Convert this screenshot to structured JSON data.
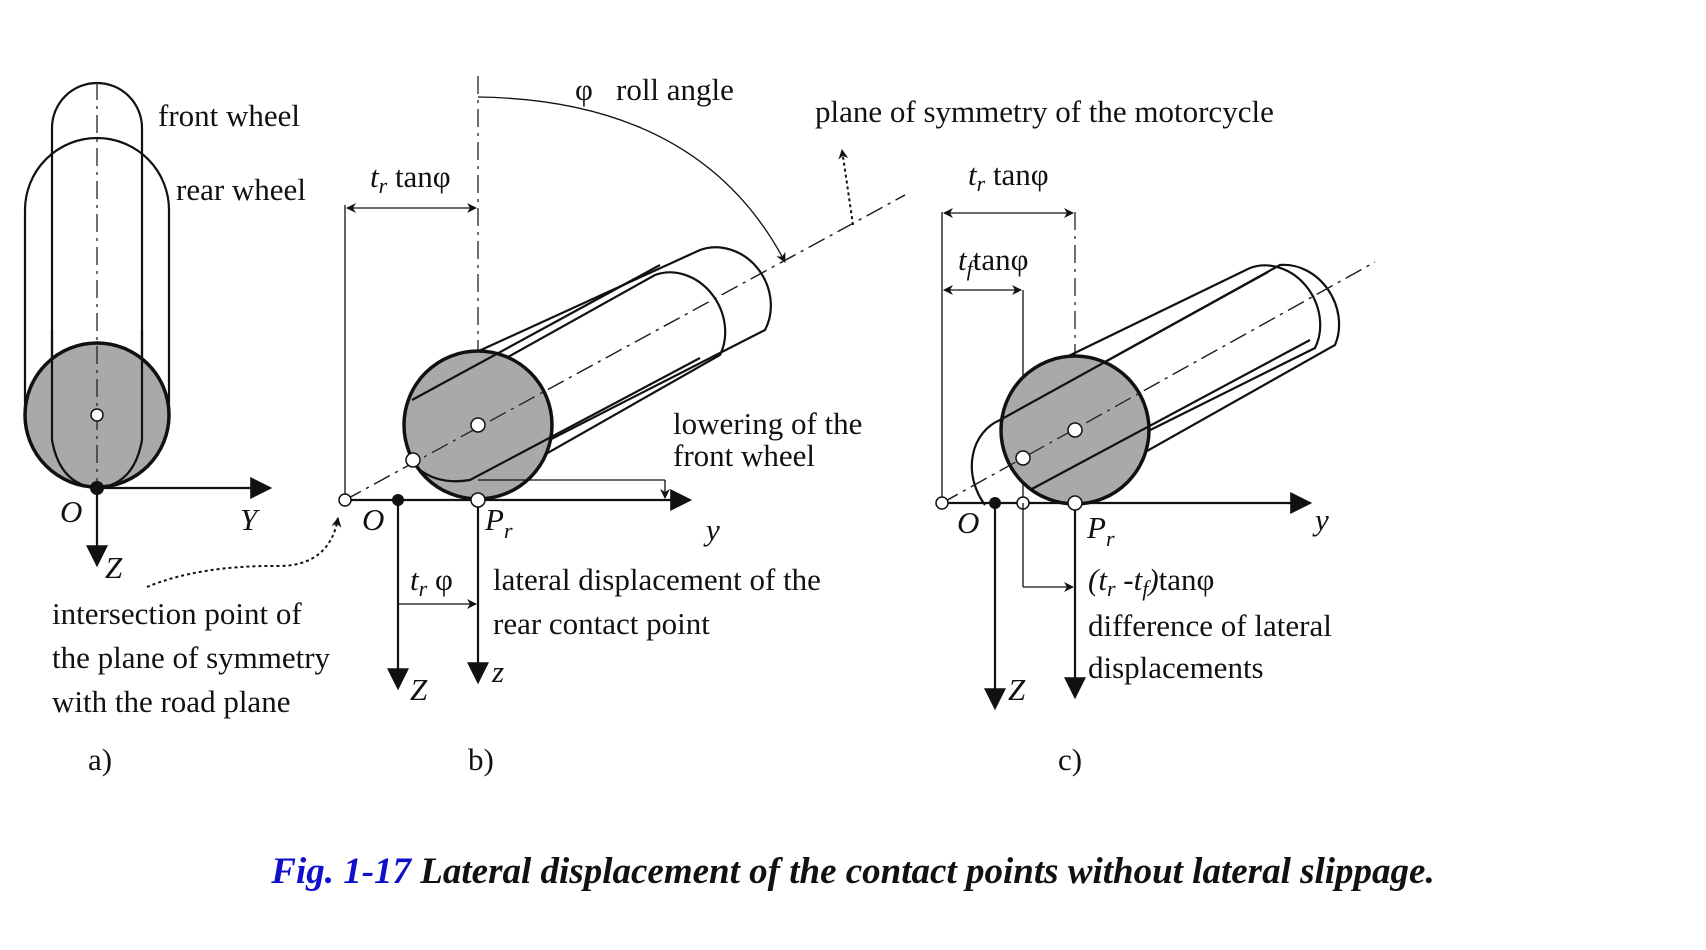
{
  "figure": {
    "panels": {
      "a": {
        "tag": "a)",
        "labels": {
          "front_wheel": "front wheel",
          "rear_wheel": "rear wheel",
          "origin": "O",
          "axis_y": "Y",
          "axis_z": "Z",
          "intersection_line1": "intersection point of",
          "intersection_line2": "the plane of symmetry",
          "intersection_line3": "with the road plane"
        }
      },
      "b": {
        "tag": "b)",
        "labels": {
          "roll_angle_symbol": "φ",
          "roll_angle": "roll angle",
          "tr_tan_t": "t",
          "tr_tan_sub": "r",
          "tr_tan_rest": " tanφ",
          "origin": "O",
          "contact_P": "P",
          "contact_sub": "r",
          "axis_y": "y",
          "axis_Z": "Z",
          "axis_z": "z",
          "tr_phi_t": "t",
          "tr_phi_sub": "r",
          "tr_phi_rest": " φ",
          "lateral_line1": "lateral displacement of the",
          "lateral_line2": "rear contact point",
          "lowering_line1": "lowering of the",
          "lowering_line2": "front wheel"
        }
      },
      "c": {
        "tag": "c)",
        "labels": {
          "plane_of_symmetry": "plane of symmetry of the motorcycle",
          "tr_tan_t": "t",
          "tr_tan_sub": "r",
          "tr_tan_rest": " tanφ",
          "tf_tan_t": "t",
          "tf_tan_sub": "f",
          "tf_tan_rest": "tanφ",
          "origin": "O",
          "contact_P": "P",
          "contact_sub": "r",
          "axis_y": "y",
          "axis_Z": "Z",
          "diff_formula_open": "(t",
          "diff_formula_sub_r": "r",
          "diff_formula_mid": " -t",
          "diff_formula_sub_f": "f",
          "diff_formula_close": ")",
          "diff_formula_tail": "tanφ",
          "diff_line1": "difference of lateral",
          "diff_line2": "displacements"
        }
      }
    },
    "caption": {
      "number": "Fig. 1-17",
      "text": " Lateral displacement of the contact points without lateral slippage."
    },
    "colors": {
      "caption_number": "#1010cc",
      "wheel_fill": "#a9a9a9"
    }
  }
}
